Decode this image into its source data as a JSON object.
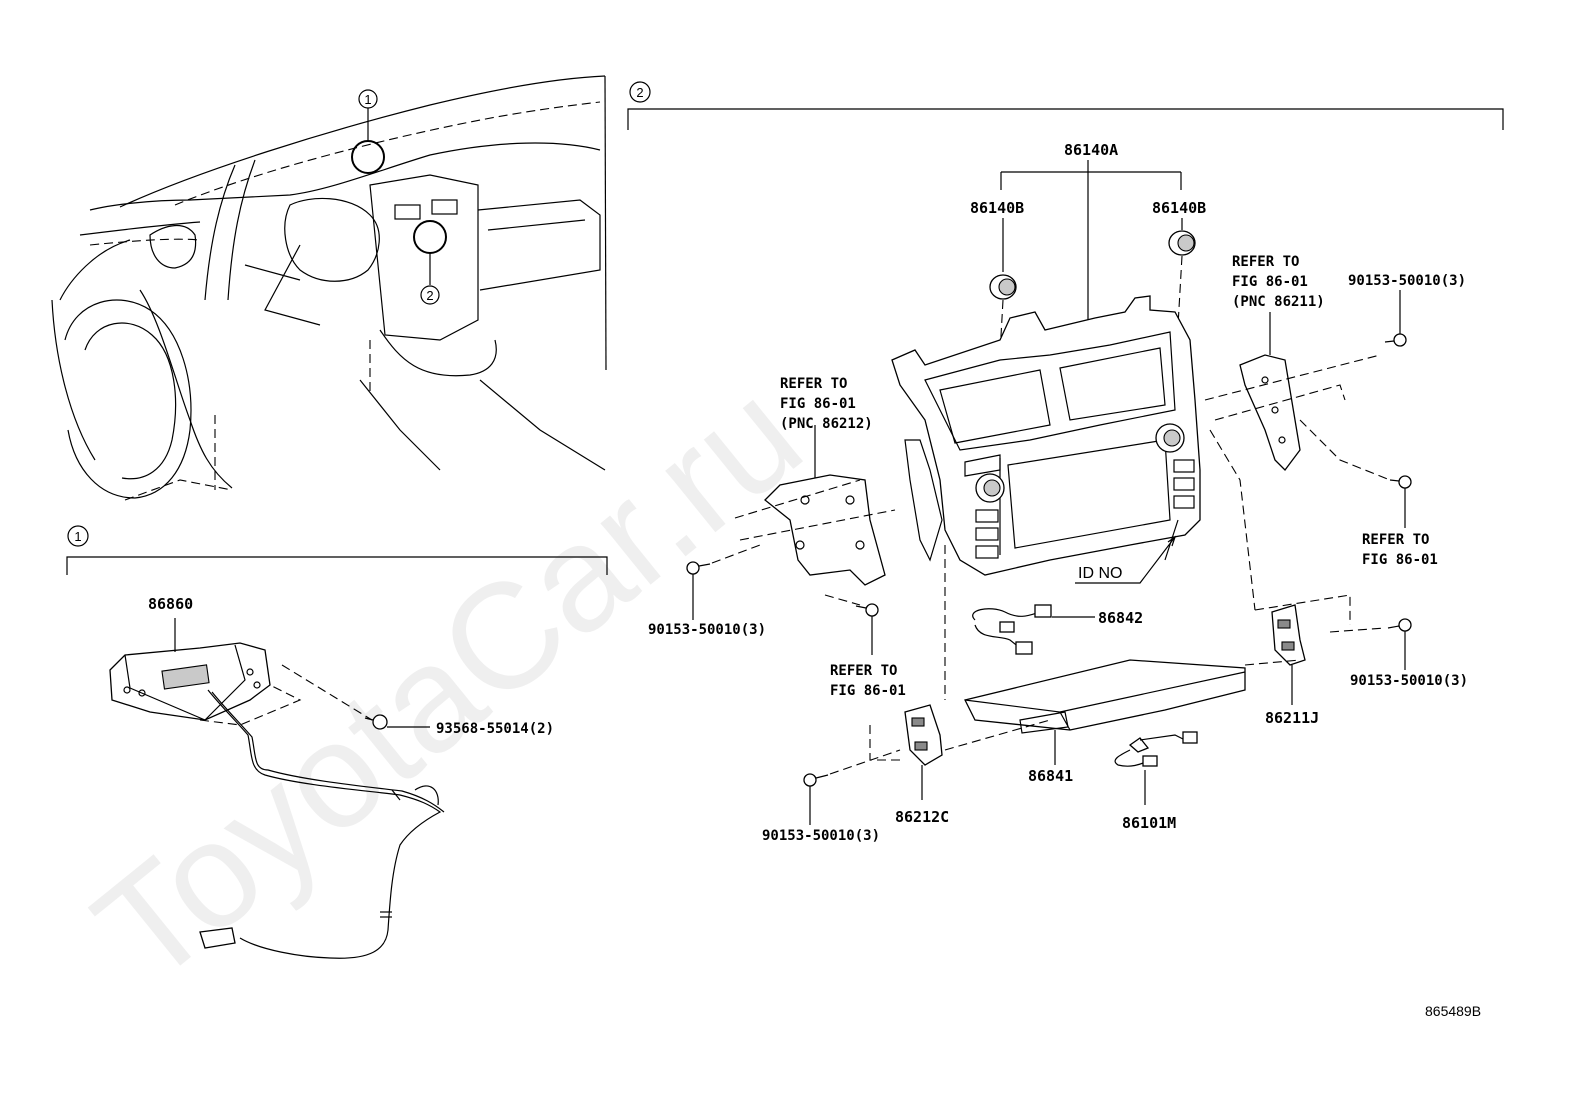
{
  "watermark": "ToyotaCar.ru",
  "diagram_code": "865489B",
  "callouts": {
    "one": "1",
    "two": "2"
  },
  "section_1": {
    "parts": {
      "p86860": "86860",
      "p93568": "93568-55014(2)"
    }
  },
  "section_2": {
    "parts": {
      "p86140A": "86140A",
      "p86140B_left": "86140B",
      "p86140B_right": "86140B",
      "p86842": "86842",
      "p86841": "86841",
      "p86101M": "86101M",
      "p86212C": "86212C",
      "p86211J": "86211J",
      "bolt_right_top": "90153-50010(3)",
      "bolt_left_mid": "90153-50010(3)",
      "bolt_right_low": "90153-50010(3)",
      "bolt_left_low": "90153-50010(3)"
    },
    "id_no": "ID NO",
    "refs": {
      "ref_left_upper": [
        "REFER TO",
        "FIG 86-01",
        "(PNC 86212)"
      ],
      "ref_right_upper": [
        "REFER TO",
        "FIG 86-01",
        "(PNC 86211)"
      ],
      "ref_right_mid": [
        "REFER TO",
        "FIG 86-01"
      ],
      "ref_left_mid": [
        "REFER TO",
        "FIG 86-01"
      ]
    }
  }
}
